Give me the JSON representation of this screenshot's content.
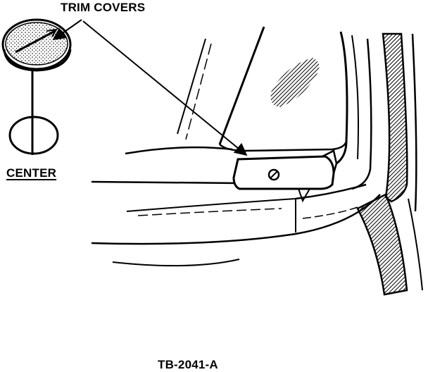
{
  "labels": {
    "trim_covers": "TRIM COVERS",
    "center": "CENTER",
    "figure_id": "TB-2041-A"
  },
  "colors": {
    "ink": "#000000",
    "paper": "#ffffff"
  }
}
